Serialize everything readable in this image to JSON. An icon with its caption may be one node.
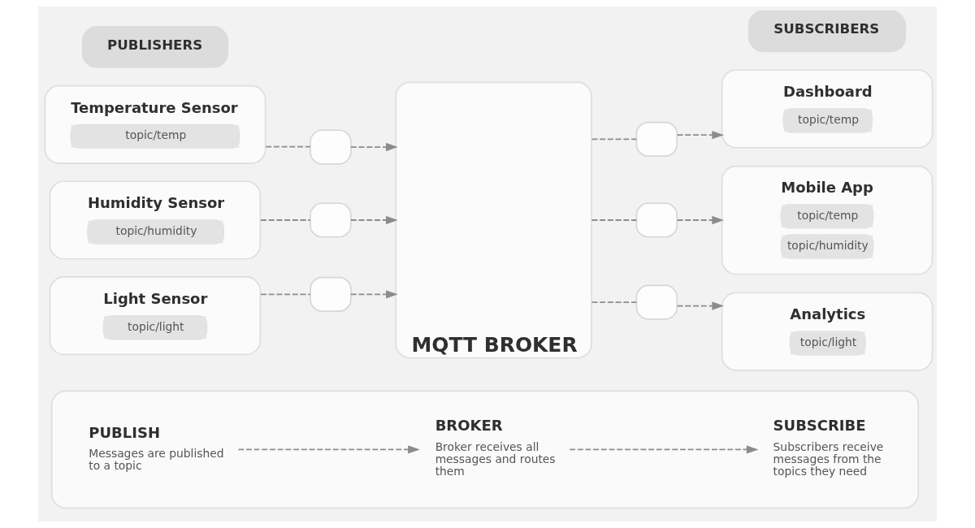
{
  "diagram": {
    "nodes": [
      {
        "text": [
          "PUBLISHERS"
        ]
      },
      {
        "text": [
          "SUBSCRIBERS"
        ]
      },
      {
        "text": [
          "Temperature Sensor",
          "topic/temp"
        ]
      },
      {
        "text": [
          "Humidity Sensor",
          "topic/humidity"
        ]
      },
      {
        "text": [
          "Light Sensor",
          "topic/light"
        ]
      },
      {
        "text": [],
        "shape": "box"
      },
      {
        "text": [],
        "shape": "box"
      },
      {
        "text": [],
        "shape": "box"
      },
      {
        "text": [
          "MQTT BROKER"
        ]
      },
      {
        "text": [],
        "shape": "box"
      },
      {
        "text": [],
        "shape": "box"
      },
      {
        "text": [],
        "shape": "box"
      },
      {
        "text": [
          "Dashboard",
          "topic/temp"
        ]
      },
      {
        "text": [
          "Mobile App",
          "topic/temp",
          "topic/humidity"
        ]
      },
      {
        "text": [
          "Analytics",
          "topic/light"
        ]
      },
      {
        "text": [],
        "shape": "box"
      },
      {
        "text": [
          "PUBLISH",
          "Messages are published to a topic"
        ],
        "in": 15
      },
      {
        "text": [
          "BROKER",
          "Broker receives all messages and routes them"
        ],
        "in": 15
      },
      {
        "text": [
          "SUBSCRIBE",
          "Subscribers receive messages from the topics they need"
        ],
        "in": 15
      }
    ],
    "edges": [
      {
        "from": 2,
        "to": 5,
        "arrow": "none",
        "style": "dashed"
      },
      {
        "from": 5,
        "to": 8,
        "arrow": "to",
        "style": "dashed"
      },
      {
        "from": 3,
        "to": 6,
        "arrow": "none",
        "style": "dashed"
      },
      {
        "from": 6,
        "to": 8,
        "arrow": "to",
        "style": "dashed"
      },
      {
        "from": 4,
        "to": 7,
        "arrow": "none",
        "style": "dashed"
      },
      {
        "from": 7,
        "to": 8,
        "arrow": "to",
        "style": "dashed"
      },
      {
        "from": 8,
        "to": 9,
        "arrow": "none",
        "style": "dashed"
      },
      {
        "from": 9,
        "to": 12,
        "arrow": "to",
        "style": "dashed"
      },
      {
        "from": 8,
        "to": 10,
        "arrow": "none",
        "style": "dashed"
      },
      {
        "from": 10,
        "to": 13,
        "arrow": "to",
        "style": "dashed"
      },
      {
        "from": 8,
        "to": 11,
        "arrow": "none",
        "style": "dashed"
      },
      {
        "from": 11,
        "to": 14,
        "arrow": "to",
        "style": "dashed"
      },
      {
        "from": 16,
        "to": 17,
        "arrow": "to",
        "style": "dashed"
      },
      {
        "from": 17,
        "to": 18,
        "arrow": "to",
        "style": "dashed"
      }
    ]
  }
}
